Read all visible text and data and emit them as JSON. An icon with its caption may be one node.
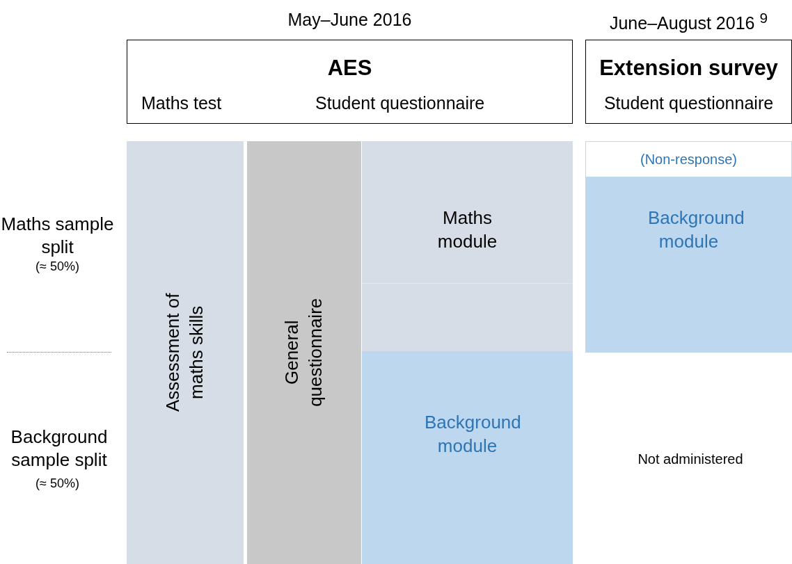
{
  "diagram": {
    "nodes": [
      {
        "text": [
          "AES",
          "Maths test",
          "Student questionnaire"
        ],
        "beside": [
          "May–June 2016"
        ]
      },
      {
        "text": [
          "Extension survey",
          "Student questionnaire"
        ],
        "beside": [
          "June–August 2016 $^{9}$"
        ]
      },
      {
        "text": [
          "Assessment of maths skills"
        ]
      },
      {
        "text": [
          "General questionnaire"
        ]
      },
      {
        "text": [
          "Maths module"
        ]
      },
      {
        "text": [
          "Background module"
        ]
      },
      {
        "text": [
          "(Non-response)"
        ]
      },
      {
        "text": [
          "Background module"
        ]
      }
    ],
    "edges": [],
    "labels": [
      "Maths sample split",
      "(≈ 50%)",
      "Background sample split",
      "(≈ 50%)",
      "Not administered"
    ]
  }
}
